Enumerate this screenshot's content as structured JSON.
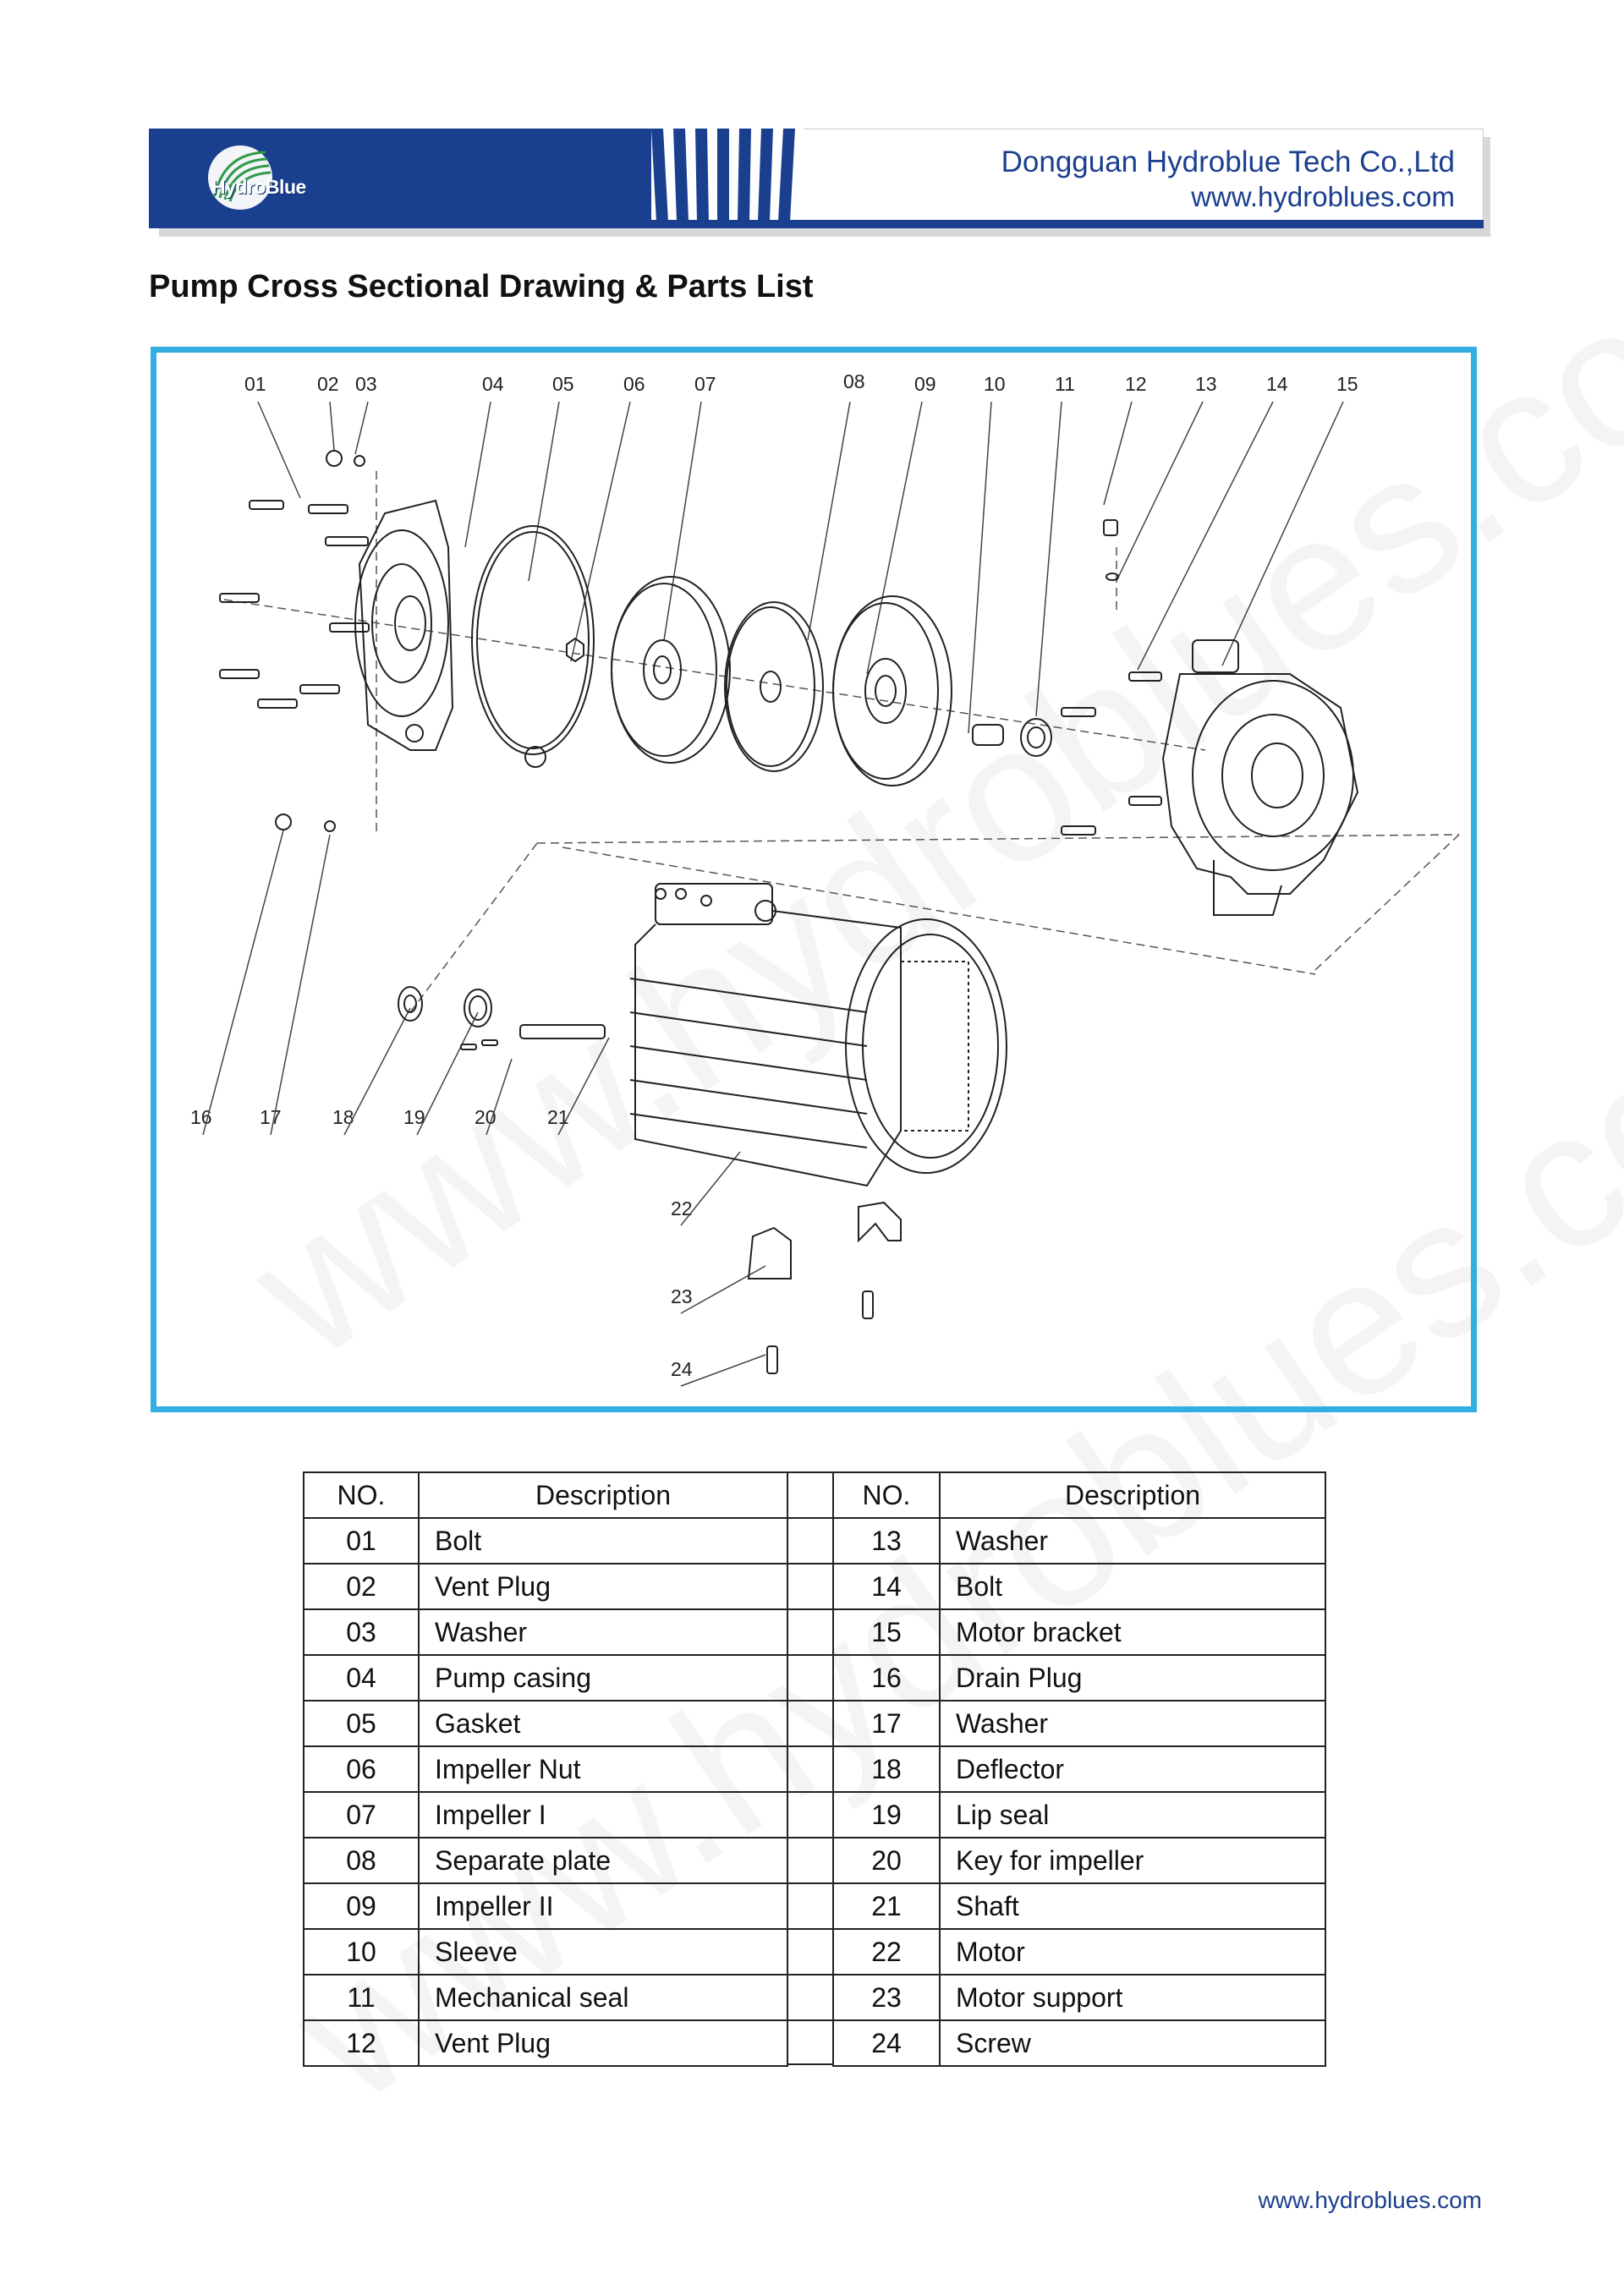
{
  "header": {
    "logo_text": "HydroBlue",
    "company": "Dongguan Hydroblue Tech Co.,Ltd",
    "website": "www.hydroblues.com",
    "brand_color": "#1b3f8f"
  },
  "page_title": "Pump Cross Sectional Drawing & Parts List",
  "drawing": {
    "frame_color": "#33aee2",
    "callouts": [
      "01",
      "02",
      "03",
      "04",
      "05",
      "06",
      "07",
      "08",
      "09",
      "10",
      "11",
      "12",
      "13",
      "14",
      "15",
      "16",
      "17",
      "18",
      "19",
      "20",
      "21",
      "22",
      "23",
      "24"
    ]
  },
  "parts_table": {
    "headers": {
      "no": "NO.",
      "description": "Description"
    },
    "left": [
      {
        "no": "01",
        "description": "Bolt"
      },
      {
        "no": "02",
        "description": "Vent Plug"
      },
      {
        "no": "03",
        "description": "Washer"
      },
      {
        "no": "04",
        "description": "Pump casing"
      },
      {
        "no": "05",
        "description": "Gasket"
      },
      {
        "no": "06",
        "description": "Impeller Nut"
      },
      {
        "no": "07",
        "description": "Impeller I"
      },
      {
        "no": "08",
        "description": "Separate plate"
      },
      {
        "no": "09",
        "description": "Impeller II"
      },
      {
        "no": "10",
        "description": "Sleeve"
      },
      {
        "no": "11",
        "description": "Mechanical seal"
      },
      {
        "no": "12",
        "description": "Vent Plug"
      }
    ],
    "right": [
      {
        "no": "13",
        "description": "Washer"
      },
      {
        "no": "14",
        "description": "Bolt"
      },
      {
        "no": "15",
        "description": "Motor bracket"
      },
      {
        "no": "16",
        "description": "Drain Plug"
      },
      {
        "no": "17",
        "description": "Washer"
      },
      {
        "no": "18",
        "description": "Deflector"
      },
      {
        "no": "19",
        "description": "Lip seal"
      },
      {
        "no": "20",
        "description": "Key for impeller"
      },
      {
        "no": "21",
        "description": "Shaft"
      },
      {
        "no": "22",
        "description": "Motor"
      },
      {
        "no": "23",
        "description": "Motor support"
      },
      {
        "no": "24",
        "description": "Screw"
      }
    ]
  },
  "footer": {
    "website": "www.hydroblues.com"
  },
  "watermark": "www.hydroblues.com"
}
